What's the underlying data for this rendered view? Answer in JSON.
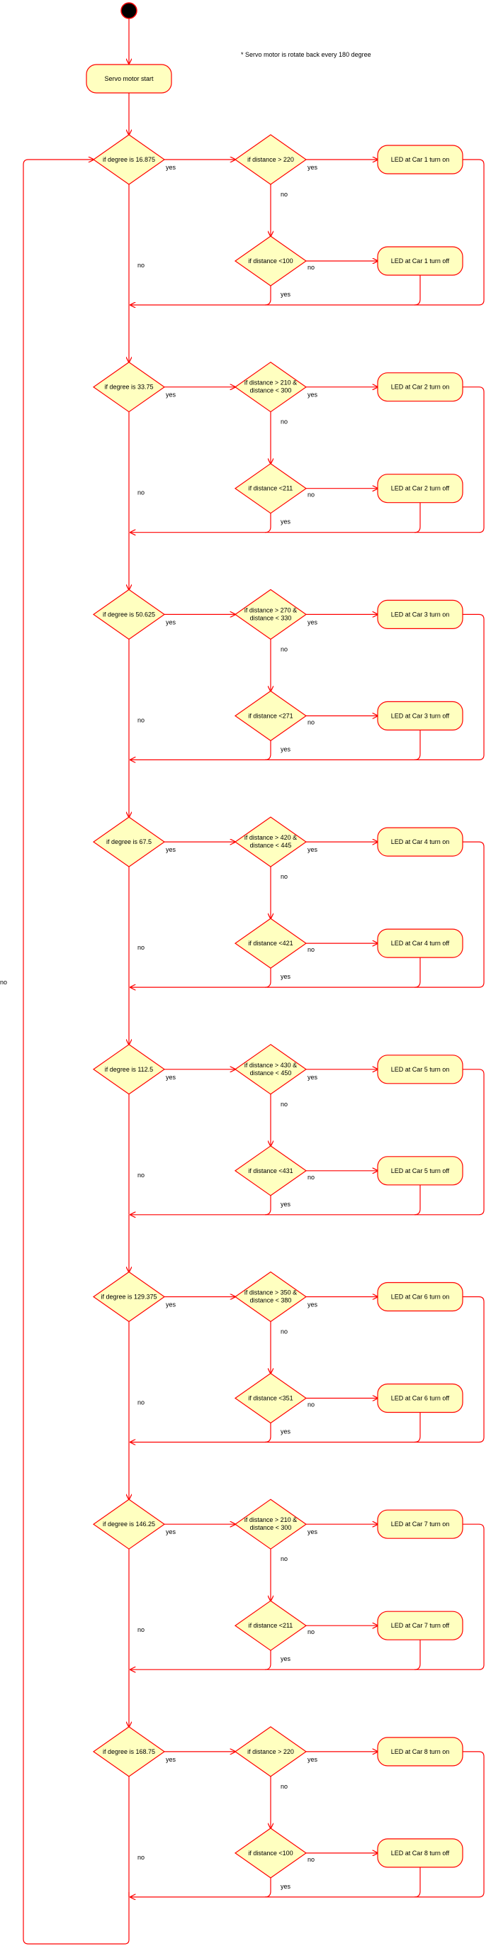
{
  "colors": {
    "line": "#ff0000",
    "fill": "#ffffc0",
    "start": "#000000"
  },
  "note": "* Servo motor is rotate back every 180 degree",
  "start_label": "Servo motor start",
  "loop_back_label": "no",
  "blocks": [
    {
      "degree": "if degree is 16.875",
      "dist1": [
        "if distance > 220"
      ],
      "dist2": "if distance <100",
      "led_on": "LED at Car 1 turn on",
      "led_off": "LED at Car 1 turn off",
      "yes": "yes",
      "no": "no"
    },
    {
      "degree": "if degree is 33.75",
      "dist1": [
        "if distance > 210 &",
        "distance < 300"
      ],
      "dist2": "if distance <211",
      "led_on": "LED at Car 2 turn on",
      "led_off": "LED at Car 2 turn off",
      "yes": "yes",
      "no": "no"
    },
    {
      "degree": "if degree is 50.625",
      "dist1": [
        "if distance > 270 &",
        "distance < 330"
      ],
      "dist2": "if distance <271",
      "led_on": "LED at Car 3 turn on",
      "led_off": "LED at Car 3 turn off",
      "yes": "yes",
      "no": "no"
    },
    {
      "degree": "if degree is 67.5",
      "dist1": [
        "if distance > 420 &",
        "distance < 445"
      ],
      "dist2": "if distance <421",
      "led_on": "LED at Car 4 turn on",
      "led_off": "LED at Car 4 turn off",
      "yes": "yes",
      "no": "no"
    },
    {
      "degree": "if degree is 112.5",
      "dist1": [
        "if distance > 430 &",
        "distance < 450"
      ],
      "dist2": "if distance <431",
      "led_on": "LED at Car 5 turn on",
      "led_off": "LED at Car 5 turn off",
      "yes": "yes",
      "no": "no"
    },
    {
      "degree": "if degree is 129.375",
      "dist1": [
        "if distance > 350 &",
        "distance < 380"
      ],
      "dist2": "if distance <351",
      "led_on": "LED at Car 6  turn on",
      "led_off": "LED at Car 6 turn off",
      "yes": "yes",
      "no": "no"
    },
    {
      "degree": "if degree is 146.25",
      "dist1": [
        "if distance > 210 &",
        "distance < 300"
      ],
      "dist2": "if distance <211",
      "led_on": "LED at Car 7 turn on",
      "led_off": "LED at Car 7 turn off",
      "yes": "yes",
      "no": "no"
    },
    {
      "degree": "if degree is 168.75",
      "dist1": [
        "if distance > 220"
      ],
      "dist2": "if distance <100",
      "led_on": "LED at Car 8 turn on",
      "led_off": "LED at Car 8 turn off",
      "yes": "yes",
      "no": "no"
    }
  ]
}
